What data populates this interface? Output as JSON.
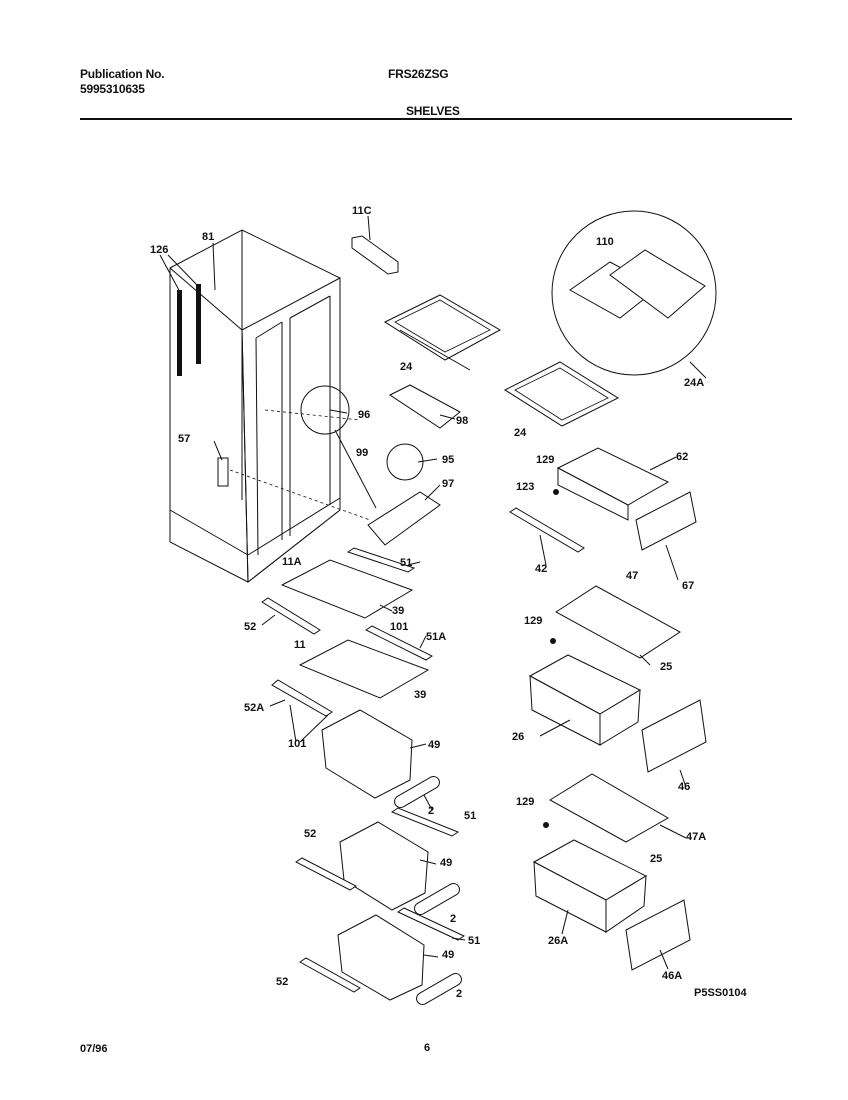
{
  "header": {
    "publication_label": "Publication No.",
    "publication_number": "5995310635",
    "model": "FRS26ZSG",
    "section": "SHELVES"
  },
  "footer": {
    "date": "07/96",
    "page": "6",
    "figure_code": "P5SS0104"
  },
  "part_labels": {
    "p11C": "11C",
    "p81": "81",
    "p126": "126",
    "p110": "110",
    "p24a": "24",
    "p24b": "24",
    "p24A": "24A",
    "p96": "96",
    "p98": "98",
    "p57": "57",
    "p99": "99",
    "p95": "95",
    "p97": "97",
    "p129a": "129",
    "p62": "62",
    "p123": "123",
    "p42": "42",
    "p67": "67",
    "p11A": "11A",
    "p51a": "51",
    "p52a": "52",
    "p39a": "39",
    "p101a": "101",
    "p51A": "51A",
    "p11": "11",
    "p39b": "39",
    "p52A": "52A",
    "p101b": "101",
    "p49a": "49",
    "p2a": "2",
    "p47": "47",
    "p129b": "129",
    "p25a": "25",
    "p26": "26",
    "p46": "46",
    "p51b": "51",
    "p52b": "52",
    "p49b": "49",
    "p129c": "129",
    "p47A": "47A",
    "p25b": "25",
    "p2b": "2",
    "p26A": "26A",
    "p51c": "51",
    "p49c": "49",
    "p52c": "52",
    "p2c": "2",
    "p46A": "46A"
  }
}
